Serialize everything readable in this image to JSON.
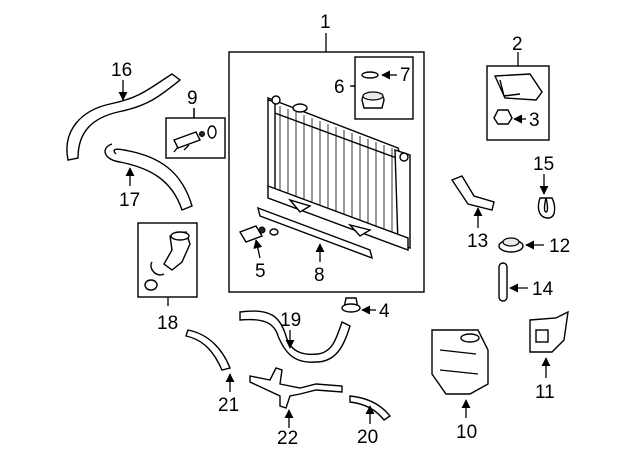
{
  "diagram": {
    "callouts": [
      {
        "id": "c1",
        "number": "1"
      },
      {
        "id": "c2",
        "number": "2"
      },
      {
        "id": "c3",
        "number": "3"
      },
      {
        "id": "c4",
        "number": "4"
      },
      {
        "id": "c5",
        "number": "5"
      },
      {
        "id": "c6",
        "number": "6"
      },
      {
        "id": "c7",
        "number": "7"
      },
      {
        "id": "c8",
        "number": "8"
      },
      {
        "id": "c9",
        "number": "9"
      },
      {
        "id": "c10",
        "number": "10"
      },
      {
        "id": "c11",
        "number": "11"
      },
      {
        "id": "c12",
        "number": "12"
      },
      {
        "id": "c13",
        "number": "13"
      },
      {
        "id": "c14",
        "number": "14"
      },
      {
        "id": "c15",
        "number": "15"
      },
      {
        "id": "c16",
        "number": "16"
      },
      {
        "id": "c17",
        "number": "17"
      },
      {
        "id": "c18",
        "number": "18"
      },
      {
        "id": "c19",
        "number": "19"
      },
      {
        "id": "c20",
        "number": "20"
      },
      {
        "id": "c21",
        "number": "21"
      },
      {
        "id": "c22",
        "number": "22"
      }
    ]
  }
}
